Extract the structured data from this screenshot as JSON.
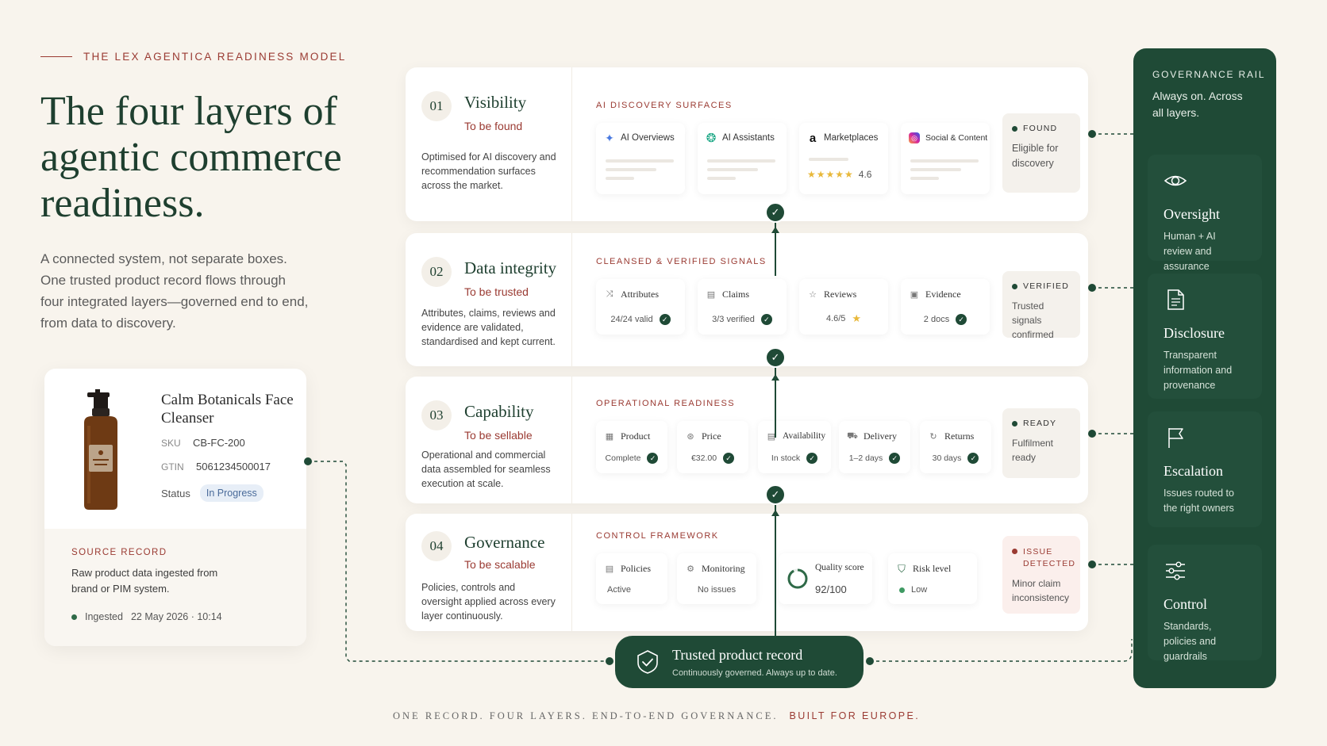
{
  "eyebrow": "THE LEX AGENTICA READINESS MODEL",
  "hero_title": "The four layers of agentic commerce readiness.",
  "lede": "A connected system, not separate boxes. One trusted product record flows through four integrated layers—governed end to end, from data to discovery.",
  "product": {
    "name": "Calm Botanicals Face Cleanser",
    "sku_label": "SKU",
    "sku": "CB-FC-200",
    "gtin_label": "GTIN",
    "gtin": "5061234500017",
    "status_label": "Status",
    "status": "In Progress",
    "source_title": "SOURCE RECORD",
    "source_body": "Raw product data ingested from brand or PIM system.",
    "ingested_label": "Ingested",
    "ingested_time": "22 May 2026 · 10:14"
  },
  "layers": [
    {
      "num": "01",
      "title": "Visibility",
      "sub": "To be found",
      "desc": "Optimised for AI discovery and recommendation surfaces across the market.",
      "section": "AI DISCOVERY SURFACES",
      "tiles": [
        {
          "label": "AI Overviews",
          "icon": "sparkle-icon"
        },
        {
          "label": "AI Assistants",
          "icon": "assistant-icon"
        },
        {
          "label": "Marketplaces",
          "icon": "amazon-icon",
          "rating": "4.6",
          "stars": "★★★★★"
        },
        {
          "label": "Social & Content",
          "icon": "instagram-icon"
        }
      ],
      "state_tag": "FOUND",
      "state_text": "Eligible for discovery"
    },
    {
      "num": "02",
      "title": "Data integrity",
      "sub": "To be trusted",
      "desc": "Attributes, claims, reviews and evidence are validated, standardised and kept current.",
      "section": "CLEANSED & VERIFIED SIGNALS",
      "tiles": [
        {
          "label": "Attributes",
          "value": "24/24 valid",
          "icon": "attributes-icon"
        },
        {
          "label": "Claims",
          "value": "3/3 verified",
          "icon": "claims-icon"
        },
        {
          "label": "Reviews",
          "value": "4.6/5",
          "icon": "star-outline-icon"
        },
        {
          "label": "Evidence",
          "value": "2 docs",
          "icon": "evidence-icon"
        }
      ],
      "state_tag": "VERIFIED",
      "state_text": "Trusted signals confirmed"
    },
    {
      "num": "03",
      "title": "Capability",
      "sub": "To be sellable",
      "desc": "Operational and commercial data assembled for seamless execution at scale.",
      "section": "OPERATIONAL READINESS",
      "tiles": [
        {
          "label": "Product",
          "value": "Complete",
          "icon": "product-icon"
        },
        {
          "label": "Price",
          "value": "€32.00",
          "icon": "price-icon"
        },
        {
          "label": "Availability",
          "value": "In stock",
          "icon": "availability-icon"
        },
        {
          "label": "Delivery",
          "value": "1–2 days",
          "icon": "delivery-icon"
        },
        {
          "label": "Returns",
          "value": "30 days",
          "icon": "returns-icon"
        }
      ],
      "state_tag": "READY",
      "state_text": "Fulfilment ready"
    },
    {
      "num": "04",
      "title": "Governance",
      "sub": "To be scalable",
      "desc": "Policies, controls and oversight applied across every layer continuously.",
      "section": "CONTROL FRAMEWORK",
      "tiles": [
        {
          "label": "Policies",
          "value": "Active",
          "icon": "policies-icon"
        },
        {
          "label": "Monitoring",
          "value": "No issues",
          "icon": "monitoring-icon"
        },
        {
          "label": "Quality score",
          "value": "92/100",
          "icon": "quality-ring-icon"
        },
        {
          "label": "Risk level",
          "value": "Low",
          "icon": "shield-check-icon"
        }
      ],
      "state_tag": "ISSUE DETECTED",
      "state_text": "Minor claim inconsistency"
    }
  ],
  "trusted": {
    "title": "Trusted product record",
    "sub": "Continuously governed. Always up to date."
  },
  "rail": {
    "head": "GOVERNANCE RAIL",
    "sub": "Always on. Across all layers.",
    "items": [
      {
        "title": "Oversight",
        "desc": "Human + AI review and assurance",
        "icon": "eye-icon"
      },
      {
        "title": "Disclosure",
        "desc": "Transparent information and provenance",
        "icon": "document-icon"
      },
      {
        "title": "Escalation",
        "desc": "Issues routed to the right owners",
        "icon": "flag-icon"
      },
      {
        "title": "Control",
        "desc": "Standards, policies and guardrails",
        "icon": "sliders-icon"
      }
    ]
  },
  "footer": {
    "main": "ONE RECORD. FOUR LAYERS. END-TO-END GOVERNANCE.",
    "accent": "BUILT FOR EUROPE."
  },
  "colors": {
    "brand_green": "#1f4a36",
    "accent_red": "#9a3a32",
    "background": "#f8f4ed"
  }
}
